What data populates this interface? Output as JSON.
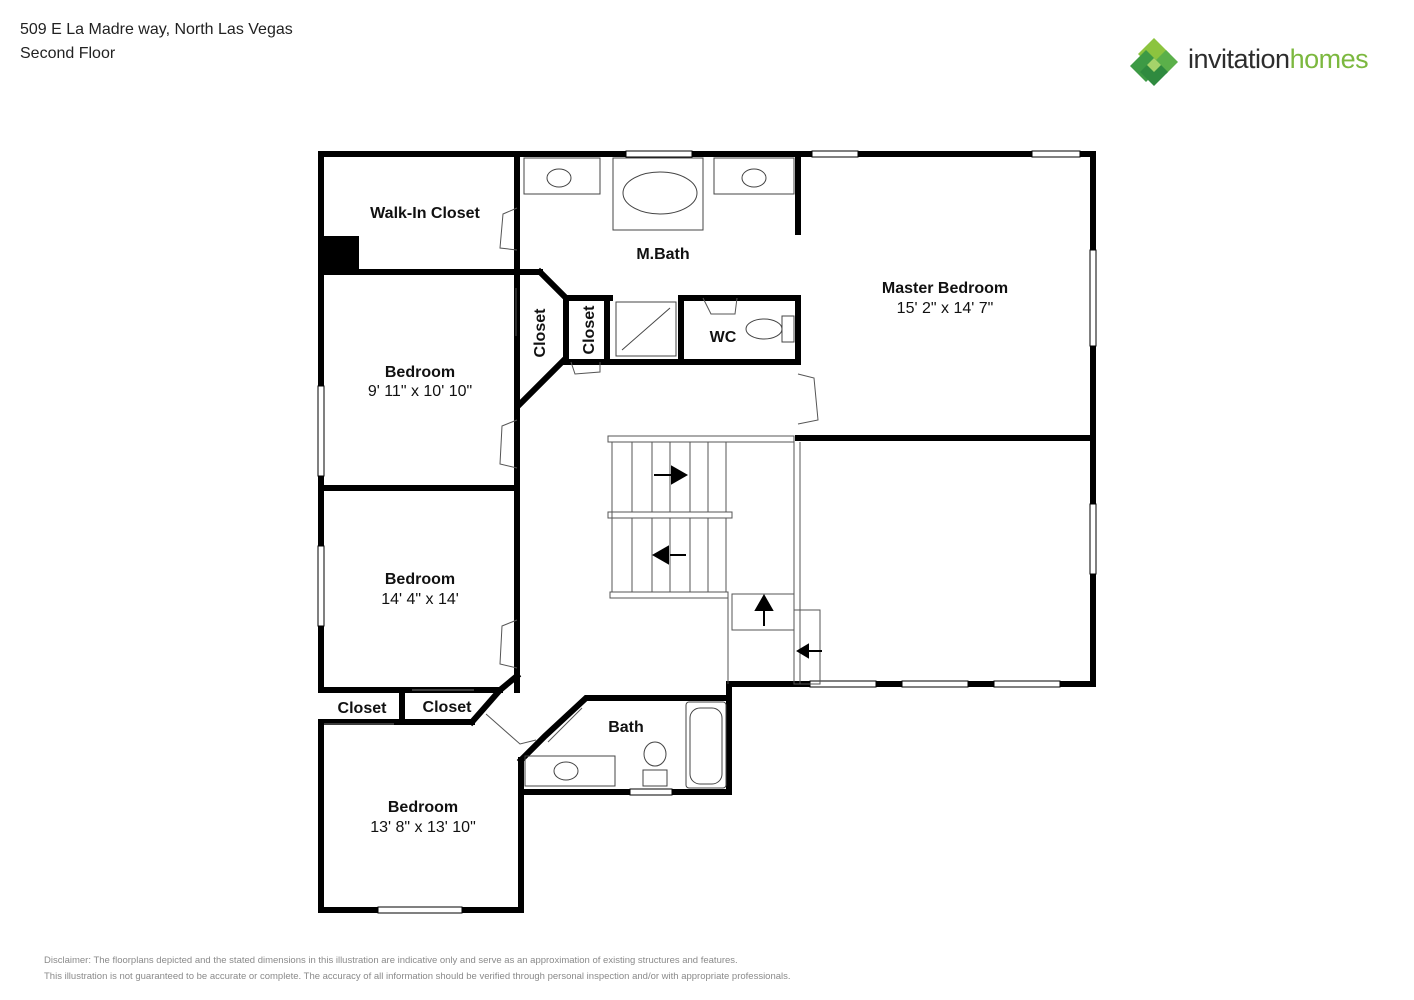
{
  "header": {
    "address": "509 E La Madre way, North Las Vegas",
    "floor": "Second Floor"
  },
  "logo": {
    "word_a": "invitation",
    "word_b": "homes",
    "icon": "diamond-cluster-icon",
    "colors": {
      "dark": "#2d2d2d",
      "green": "#7cb83f"
    }
  },
  "rooms": {
    "walk_in_closet": {
      "name": "Walk-In Closet"
    },
    "m_bath": {
      "name": "M.Bath"
    },
    "master_bedroom": {
      "name": "Master Bedroom",
      "dims": "15' 2\" x 14' 7\""
    },
    "closet_1": {
      "name": "Closet"
    },
    "closet_2": {
      "name": "Closet"
    },
    "wc": {
      "name": "WC"
    },
    "bedroom_1": {
      "name": "Bedroom",
      "dims": "9' 11\" x 10' 10\""
    },
    "bedroom_2": {
      "name": "Bedroom",
      "dims": "14' 4\" x 14'"
    },
    "closet_3": {
      "name": "Closet"
    },
    "closet_4": {
      "name": "Closet"
    },
    "bath": {
      "name": "Bath"
    },
    "bedroom_3": {
      "name": "Bedroom",
      "dims": "13' 8\" x 13' 10\""
    }
  },
  "disclaimer": {
    "line1": "Disclaimer: The floorplans depicted and the stated dimensions in this illustration are indicative only and serve as an approximation of existing structures and features.",
    "line2": "This illustration is not guaranteed to be accurate or complete. The accuracy of all information should be verified through personal inspection and/or with appropriate professionals."
  }
}
